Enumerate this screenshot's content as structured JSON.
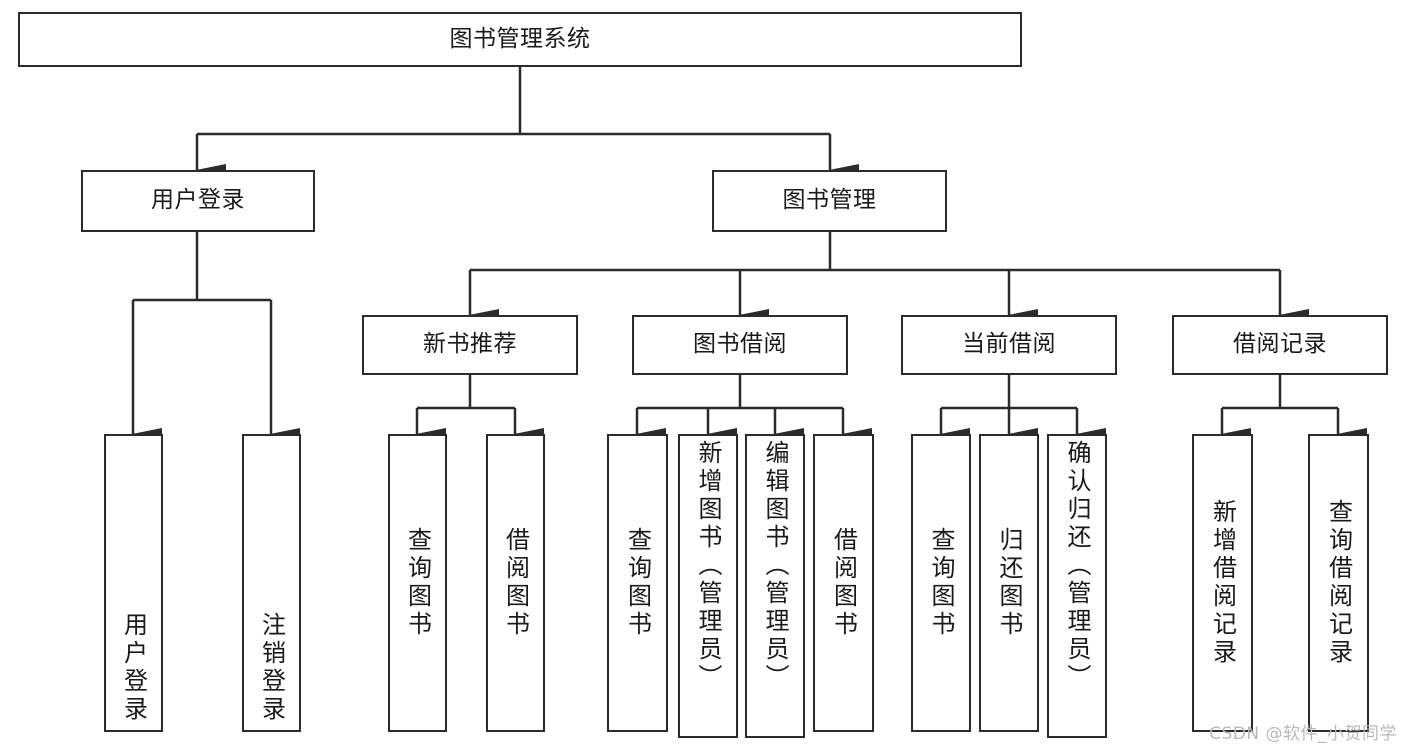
{
  "diagram": {
    "title": "图书管理系统",
    "type": "功能结构图",
    "watermark": "CSDN @软件_小贺同学",
    "colors": {
      "box_border": "#2b2b2b",
      "box_fill": "#ffffff",
      "edge": "#2b2b2b",
      "text": "#1a1a1a",
      "watermark": "#b9b9b9",
      "background": "#ffffff"
    },
    "nodes": {
      "root": {
        "label": "图书管理系统"
      },
      "level2": [
        {
          "label": "用户登录"
        },
        {
          "label": "图书管理"
        }
      ],
      "level3": [
        {
          "label": "新书推荐"
        },
        {
          "label": "图书借阅"
        },
        {
          "label": "当前借阅"
        },
        {
          "label": "借阅记录"
        }
      ],
      "leaves": {
        "user_login": [
          {
            "label": "用户登录"
          },
          {
            "label": "注销登录"
          }
        ],
        "new_book_recommend": [
          {
            "label": "查询图书"
          },
          {
            "label": "借阅图书"
          }
        ],
        "book_borrow": [
          {
            "label": "查询图书"
          },
          {
            "label": "新增图书（管理员）"
          },
          {
            "label": "编辑图书（管理员）"
          },
          {
            "label": "借阅图书"
          }
        ],
        "current_borrow": [
          {
            "label": "查询图书"
          },
          {
            "label": "归还图书"
          },
          {
            "label": "确认归还（管理员）"
          }
        ],
        "borrow_record": [
          {
            "label": "新增借阅记录"
          },
          {
            "label": "查询借阅记录"
          }
        ]
      }
    }
  }
}
